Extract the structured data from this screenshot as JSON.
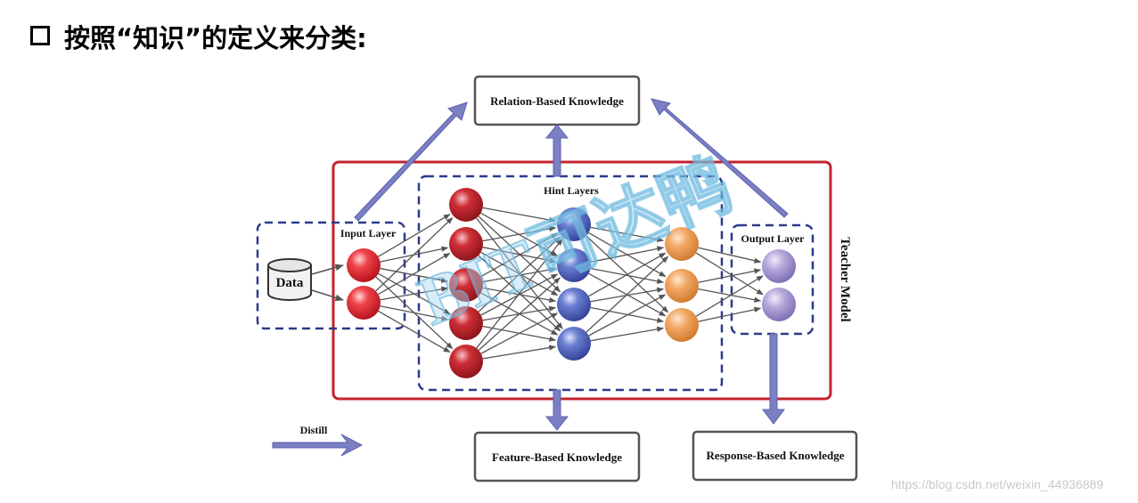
{
  "title": "按照“知识”的定义来分类:",
  "diagram": {
    "boxes": {
      "relation": "Relation-Based Knowledge",
      "feature": "Feature-Based Knowledge",
      "response": "Response-Based Knowledge"
    },
    "layers": {
      "input": "Input Layer",
      "hint": "Hint Layers",
      "output": "Output Layer"
    },
    "data_label": "Data",
    "teacher_label": "Teacher Model",
    "legend_label": "Distill",
    "overlay_mark": "BIT可达鸭",
    "colors": {
      "teacher_border": "#c3232f",
      "dashed_border": "#2c3a8c",
      "distill_arrow": "#7b7fc4",
      "input_nodes": "#e3202a",
      "hidden1_nodes": "#c4232c",
      "hidden2_nodes": "#4e63b8",
      "hidden3_nodes": "#ee9d55",
      "output_nodes": "#a99bcf"
    }
  },
  "watermark": "https://blog.csdn.net/weixin_44936889"
}
